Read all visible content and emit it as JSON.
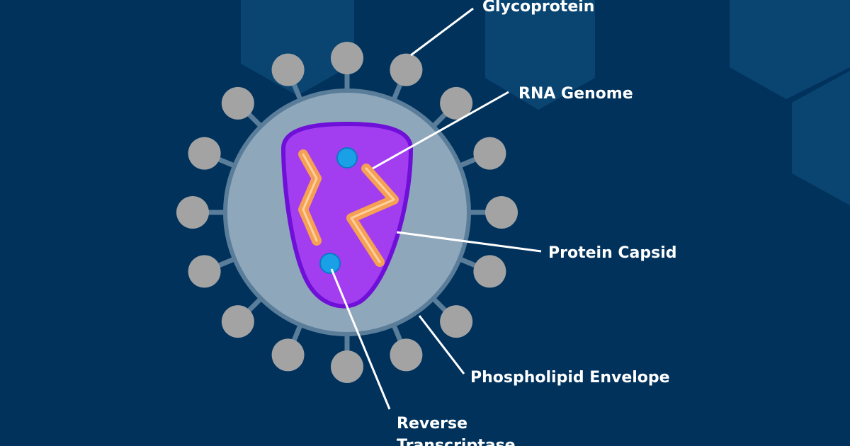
{
  "colors": {
    "background": "#00325c",
    "hexagon": "#0a4572",
    "envelope_fill": "#8fa7bb",
    "envelope_stroke": "#5a7d9a",
    "stalk": "#5a7d9a",
    "glycoprotein": "#a3a3a3",
    "capsid_fill": "#a23ef0",
    "capsid_stroke": "#6f10d8",
    "rna": "#f5a052",
    "rna_highlight": "#ffd0a0",
    "enzyme": "#1aa0e6",
    "enzyme_stroke": "#0b78c4",
    "leader": "#ffffff"
  },
  "labels": {
    "glycoprotein": "Glycoprotein",
    "rna_genome": "RNA Genome",
    "protein_capsid": "Protein Capsid",
    "phospholipid_envelope": "Phospholipid Envelope",
    "reverse_transcriptase_line1": "Reverse",
    "reverse_transcriptase_line2": "Transcriptase"
  }
}
